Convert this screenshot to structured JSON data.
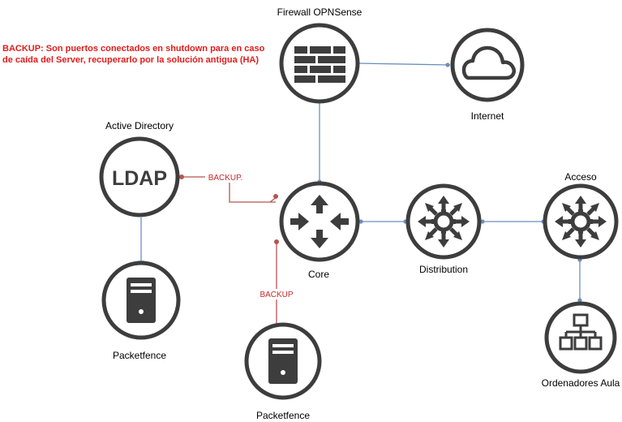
{
  "note": "BACKUP: Son puertos conectados en shutdown para en caso de caída del Server, recuperarlo por la solución antigua (HA)",
  "colors": {
    "blue_link": "#6c8ebf",
    "red_link": "#b85450",
    "node": "#3d3d3d",
    "note": "#e31b1b"
  },
  "nodes": {
    "firewall": {
      "label": "Firewall OPNSense",
      "icon": "brick-wall-icon"
    },
    "internet": {
      "label": "Internet",
      "icon": "cloud-icon"
    },
    "ldap": {
      "label": "Active Directory",
      "icon_text": "LDAP"
    },
    "core": {
      "label": "Core",
      "icon": "router-arrows-icon"
    },
    "distribution": {
      "label": "Distribution",
      "icon": "multilayer-switch-icon"
    },
    "acceso": {
      "label": "Acceso",
      "icon": "multilayer-switch-icon"
    },
    "packetfence1": {
      "label": "Packetfence",
      "icon": "server-icon"
    },
    "packetfence2": {
      "label": "Packetfence",
      "icon": "server-icon"
    },
    "ordenadores": {
      "label": "Ordenadores Aula",
      "icon": "hierarchy-icon"
    }
  },
  "links": {
    "backup_ldap_core": "BACKUP.",
    "backup_core_packetfence": "BACKUP"
  }
}
